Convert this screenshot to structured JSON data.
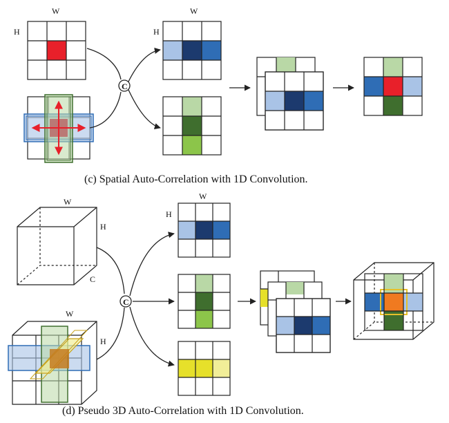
{
  "panel_c": {
    "caption": "(c)  Spatial Auto-Correlation with 1D Convolution.",
    "axis_w": "W",
    "axis_h": "H",
    "concat_symbol": "C"
  },
  "panel_d": {
    "caption": "(d)  Pseudo 3D Auto-Correlation with 1D Convolution.",
    "axis_w": "W",
    "axis_h": "H",
    "axis_c": "C",
    "concat_symbol": "C"
  },
  "colors": {
    "red": "#e8202a",
    "dark_blue": "#1c3a6e",
    "mid_blue": "#2f6db5",
    "light_blue": "#a9c3e6",
    "dark_green": "#3f6e2e",
    "light_green": "#b9d8a6",
    "lime": "#8cc54a",
    "yellow": "#e6e02a",
    "pale_yellow": "#f1ee98",
    "orange": "#f07a20"
  }
}
